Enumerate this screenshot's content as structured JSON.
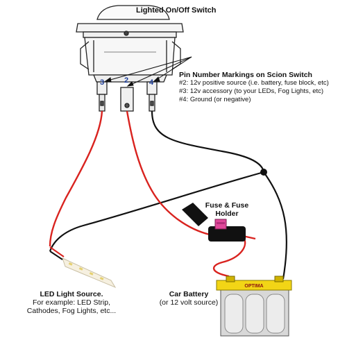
{
  "switch": {
    "title": "Lighted On/Off Switch",
    "pins": [
      "3",
      "2",
      "4"
    ]
  },
  "pin_notes": {
    "heading": "Pin Number Markings on Scion Switch",
    "lines": [
      "#2: 12v positive source (i.e. battery, fuse block, etc)",
      "#3: 12v accessory (to your LEDs, Fog Lights, etc)",
      "#4: Ground (or negative)"
    ]
  },
  "fuse": {
    "label_line1": "Fuse & Fuse",
    "label_line2": "Holder"
  },
  "led": {
    "title": "LED Light Source.",
    "line2": "For example: LED Strip,",
    "line3": "Cathodes, Fog Lights, etc..."
  },
  "battery": {
    "title": "Car Battery",
    "subtitle": "(or 12 volt source)",
    "brand_text": "OPTIMA"
  },
  "colors": {
    "positive_wire": "#d9231f",
    "ground_wire": "#111111",
    "pin_label": "#1f3f9a",
    "battery_top": "#f2d516",
    "battery_body": "#d8d8d8",
    "fuse_body": "#e0489a"
  }
}
